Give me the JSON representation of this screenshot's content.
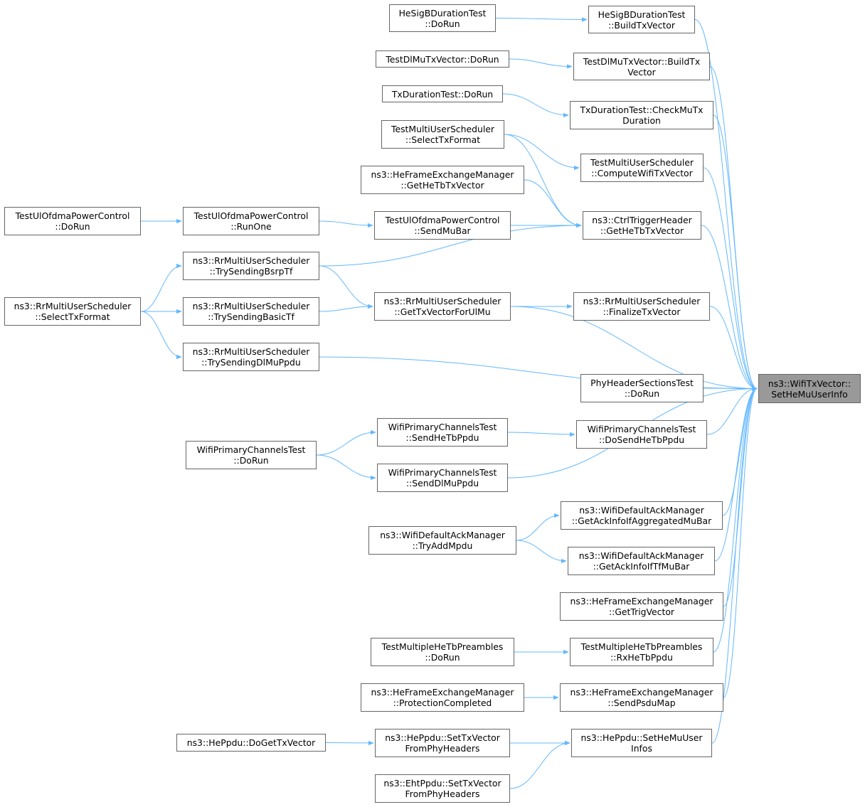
{
  "root": {
    "id": "root",
    "lines": [
      "ns3::WifiTxVector::",
      "SetHeMuUserInfo"
    ]
  },
  "edge_color": "#63b8ff",
  "root_fill": "#999999",
  "nodes": [
    {
      "id": "he_dorun",
      "lines": [
        "HeSigBDurationTest",
        "::DoRun"
      ]
    },
    {
      "id": "he_build",
      "lines": [
        "HeSigBDurationTest",
        "::BuildTxVector"
      ]
    },
    {
      "id": "dlmu_dorun",
      "lines": [
        "TestDlMuTxVector::DoRun"
      ]
    },
    {
      "id": "dlmu_build",
      "lines": [
        "TestDlMuTxVector::BuildTx",
        "Vector"
      ]
    },
    {
      "id": "txd_dorun",
      "lines": [
        "TxDurationTest::DoRun"
      ]
    },
    {
      "id": "txd_check",
      "lines": [
        "TxDurationTest::CheckMuTx",
        "Duration"
      ]
    },
    {
      "id": "tmus_select",
      "lines": [
        "TestMultiUserScheduler",
        "::SelectTxFormat"
      ]
    },
    {
      "id": "tmus_compute",
      "lines": [
        "TestMultiUserScheduler",
        "::ComputeWifiTxVector"
      ]
    },
    {
      "id": "hefem_gethetb",
      "lines": [
        "ns3::HeFrameExchangeManager",
        "::GetHeTbTxVector"
      ]
    },
    {
      "id": "ctrl_gethetb",
      "lines": [
        "ns3::CtrlTriggerHeader",
        "::GetHeTbTxVector"
      ]
    },
    {
      "id": "ulo_dorun",
      "lines": [
        "TestUlOfdmaPowerControl",
        "::DoRun"
      ]
    },
    {
      "id": "ulo_runone",
      "lines": [
        "TestUlOfdmaPowerControl",
        "::RunOne"
      ]
    },
    {
      "id": "ulo_sendmubar",
      "lines": [
        "TestUlOfdmaPowerControl",
        "::SendMuBar"
      ]
    },
    {
      "id": "rr_bsrp",
      "lines": [
        "ns3::RrMultiUserScheduler",
        "::TrySendingBsrpTf"
      ]
    },
    {
      "id": "rr_select",
      "lines": [
        "ns3::RrMultiUserScheduler",
        "::SelectTxFormat"
      ]
    },
    {
      "id": "rr_basic",
      "lines": [
        "ns3::RrMultiUserScheduler",
        "::TrySendingBasicTf"
      ]
    },
    {
      "id": "rr_gettxul",
      "lines": [
        "ns3::RrMultiUserScheduler",
        "::GetTxVectorForUlMu"
      ]
    },
    {
      "id": "rr_finalize",
      "lines": [
        "ns3::RrMultiUserScheduler",
        "::FinalizeTxVector"
      ]
    },
    {
      "id": "rr_dlmu",
      "lines": [
        "ns3::RrMultiUserScheduler",
        "::TrySendingDlMuPpdu"
      ]
    },
    {
      "id": "phs_dorun",
      "lines": [
        "PhyHeaderSectionsTest",
        "::DoRun"
      ]
    },
    {
      "id": "wpc_sendhetb",
      "lines": [
        "WifiPrimaryChannelsTest",
        "::SendHeTbPpdu"
      ]
    },
    {
      "id": "wpc_dosendhetb",
      "lines": [
        "WifiPrimaryChannelsTest",
        "::DoSendHeTbPpdu"
      ]
    },
    {
      "id": "wpc_dorun",
      "lines": [
        "WifiPrimaryChannelsTest",
        "::DoRun"
      ]
    },
    {
      "id": "wpc_senddlmu",
      "lines": [
        "WifiPrimaryChannelsTest",
        "::SendDlMuPpdu"
      ]
    },
    {
      "id": "dam_aggr",
      "lines": [
        "ns3::WifiDefaultAckManager",
        "::GetAckInfoIfAggregatedMuBar"
      ]
    },
    {
      "id": "dam_tryadd",
      "lines": [
        "ns3::WifiDefaultAckManager",
        "::TryAddMpdu"
      ]
    },
    {
      "id": "dam_tfmubar",
      "lines": [
        "ns3::WifiDefaultAckManager",
        "::GetAckInfoIfTfMuBar"
      ]
    },
    {
      "id": "hefem_gettrig",
      "lines": [
        "ns3::HeFrameExchangeManager",
        "::GetTrigVector"
      ]
    },
    {
      "id": "tmhtp_dorun",
      "lines": [
        "TestMultipleHeTbPreambles",
        "::DoRun"
      ]
    },
    {
      "id": "tmhtp_rx",
      "lines": [
        "TestMultipleHeTbPreambles",
        "::RxHeTbPpdu"
      ]
    },
    {
      "id": "hefem_prot",
      "lines": [
        "ns3::HeFrameExchangeManager",
        "::ProtectionCompleted"
      ]
    },
    {
      "id": "hefem_sendpsdu",
      "lines": [
        "ns3::HeFrameExchangeManager",
        "::SendPsduMap"
      ]
    },
    {
      "id": "heppdu_doget",
      "lines": [
        "ns3::HePpdu::DoGetTxVector"
      ]
    },
    {
      "id": "heppdu_settx",
      "lines": [
        "ns3::HePpdu::SetTxVector",
        "FromPhyHeaders"
      ]
    },
    {
      "id": "heppdu_setmu",
      "lines": [
        "ns3::HePpdu::SetHeMuUser",
        "Infos"
      ]
    },
    {
      "id": "eht_settx",
      "lines": [
        "ns3::EhtPpdu::SetTxVector",
        "FromPhyHeaders"
      ]
    }
  ],
  "edges": [
    [
      "he_dorun",
      "he_build"
    ],
    [
      "dlmu_dorun",
      "dlmu_build"
    ],
    [
      "txd_dorun",
      "txd_check"
    ],
    [
      "tmus_select",
      "tmus_compute"
    ],
    [
      "tmus_select",
      "ctrl_gethetb"
    ],
    [
      "hefem_gethetb",
      "ctrl_gethetb"
    ],
    [
      "ulo_dorun",
      "ulo_runone"
    ],
    [
      "ulo_runone",
      "ulo_sendmubar"
    ],
    [
      "ulo_sendmubar",
      "ctrl_gethetb"
    ],
    [
      "rr_bsrp",
      "ctrl_gethetb"
    ],
    [
      "rr_select",
      "rr_bsrp"
    ],
    [
      "rr_select",
      "rr_basic"
    ],
    [
      "rr_select",
      "rr_dlmu"
    ],
    [
      "rr_bsrp",
      "rr_gettxul"
    ],
    [
      "rr_basic",
      "rr_gettxul"
    ],
    [
      "rr_gettxul",
      "rr_finalize"
    ],
    [
      "wpc_dorun",
      "wpc_sendhetb"
    ],
    [
      "wpc_dorun",
      "wpc_senddlmu"
    ],
    [
      "wpc_sendhetb",
      "wpc_dosendhetb"
    ],
    [
      "dam_tryadd",
      "dam_aggr"
    ],
    [
      "dam_tryadd",
      "dam_tfmubar"
    ],
    [
      "tmhtp_dorun",
      "tmhtp_rx"
    ],
    [
      "hefem_prot",
      "hefem_sendpsdu"
    ],
    [
      "heppdu_doget",
      "heppdu_settx"
    ],
    [
      "heppdu_settx",
      "heppdu_setmu"
    ],
    [
      "eht_settx",
      "heppdu_setmu"
    ],
    [
      "he_build",
      "root"
    ],
    [
      "dlmu_build",
      "root"
    ],
    [
      "txd_check",
      "root"
    ],
    [
      "tmus_compute",
      "root"
    ],
    [
      "ctrl_gethetb",
      "root"
    ],
    [
      "rr_gettxul",
      "root"
    ],
    [
      "rr_finalize",
      "root"
    ],
    [
      "rr_dlmu",
      "root"
    ],
    [
      "phs_dorun",
      "root"
    ],
    [
      "wpc_dosendhetb",
      "root"
    ],
    [
      "wpc_senddlmu",
      "root"
    ],
    [
      "dam_aggr",
      "root"
    ],
    [
      "dam_tfmubar",
      "root"
    ],
    [
      "hefem_gettrig",
      "root"
    ],
    [
      "tmhtp_rx",
      "root"
    ],
    [
      "hefem_sendpsdu",
      "root"
    ],
    [
      "heppdu_setmu",
      "root"
    ]
  ]
}
